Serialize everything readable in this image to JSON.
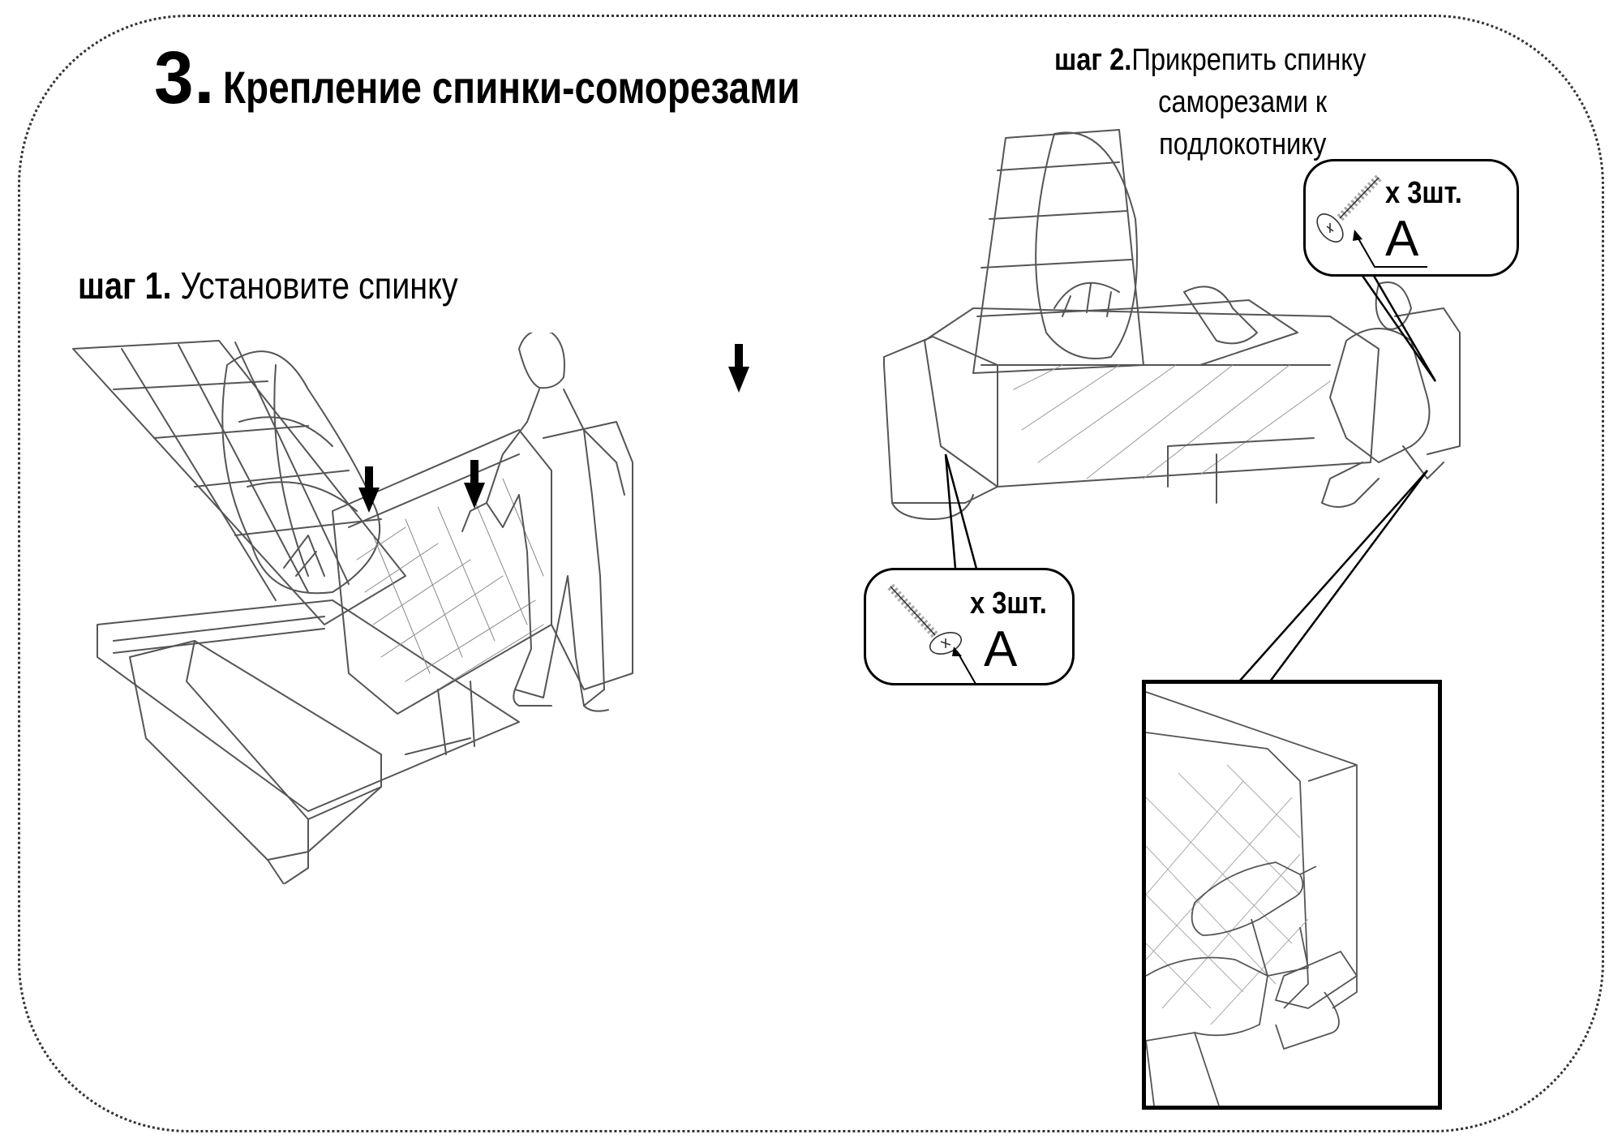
{
  "section": {
    "number": "3",
    "dot": ".",
    "title": "Крепление спинки-соморезами"
  },
  "step1": {
    "label": "шаг 1.",
    "text": " Установите спинку"
  },
  "step2": {
    "label": "шаг 2.",
    "line1": "Прикрепить спинку",
    "line2": "саморезами к",
    "line3": "подлокотнику"
  },
  "callouts": [
    {
      "quantity": "х 3шт.",
      "part_letter": "A",
      "icon": "screw-icon"
    },
    {
      "quantity": "х 3шт.",
      "part_letter": "A",
      "icon": "screw-icon"
    }
  ],
  "illustrations": {
    "step1": "sofa-backrest-install-illustration",
    "step2": "sofa-armrest-screwing-illustration",
    "detail": "drill-detail-illustration"
  },
  "colors": {
    "ink": "#000000",
    "line_art": "#555555",
    "background": "#ffffff"
  }
}
